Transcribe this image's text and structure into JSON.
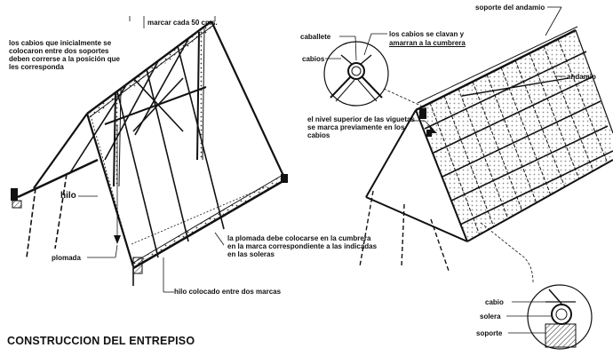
{
  "left_figure": {
    "labels": {
      "marcar": "marcar cada 50 cms.",
      "cabios_correr": "los cabios que inicialmente se colocaron entre dos soportes deben correrse a la posición que les corresponda",
      "hilo": "hilo",
      "plomada": "plomada",
      "plomada_nota": "la plomada debe colocarse en la cumbrera en la marca correspondiente a las indicadas en las soleras",
      "hilo_colocado": "hilo colocado entre dos marcas"
    }
  },
  "right_figure": {
    "labels": {
      "caballete": "caballete",
      "cabios": "cabios",
      "clavan_1": "los cabios se clavan y",
      "clavan_2": "amarran a la cumbrera",
      "soporte_andamio": "soporte del andamio",
      "andamio": "andamio",
      "nivel_superior": "el nivel superior de las viguetas se marca previamente en los cabios"
    }
  },
  "detail": {
    "labels": {
      "cabio": "cabio",
      "solera": "solera",
      "soporte": "soporte"
    }
  },
  "section_title": "CONSTRUCCION DEL ENTREPISO"
}
